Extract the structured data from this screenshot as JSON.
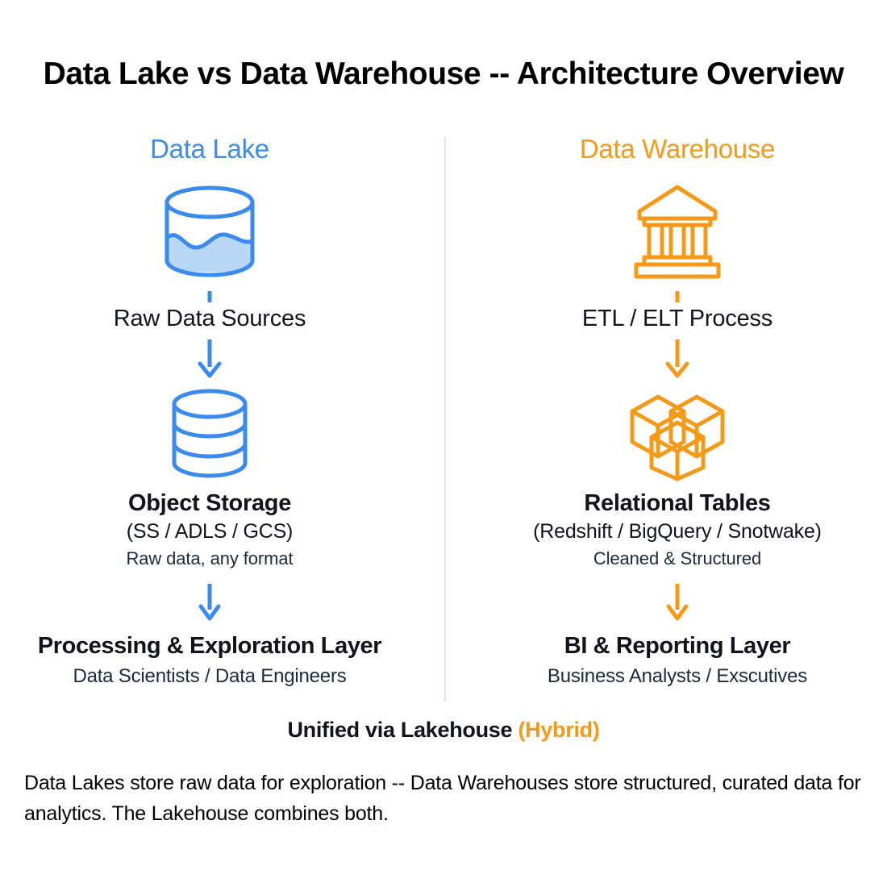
{
  "title": "Data Lake vs Data Warehouse -- Architecture Overview",
  "colors": {
    "lake_blue": "#3b8aee",
    "lake_fill": "#b8d7f5",
    "warehouse_orange": "#f59a18",
    "text_dark": "#11141d",
    "text_slate": "#1b2a41",
    "divider": "#e4e6e8"
  },
  "columns": {
    "lake": {
      "heading": "Data Lake",
      "top_icon": "data-lake-cylinder-icon",
      "flow_label": "Raw Data Sources",
      "storage_icon": "database-stack-icon",
      "block_title": "Object Storage",
      "block_sub": "(SS / ADLS / GCS)",
      "block_note": "Raw data, any format",
      "layer_title": "Processing & Exploration Layer",
      "layer_sub": "Data Scientists / Data Engineers"
    },
    "warehouse": {
      "heading": "Data Warehouse",
      "top_icon": "bank-building-icon",
      "flow_label": "ETL / ELT Process",
      "storage_icon": "cubes-cluster-icon",
      "block_title": "Relational Tables",
      "block_sub": "(Redshift / BigQuery / Snotwake)",
      "block_note": "Cleaned & Structured",
      "layer_title": "BI & Reporting Layer",
      "layer_sub": "Business Analysts / Exscutives"
    }
  },
  "footer": {
    "unified_text": "Unified via Lakehouse",
    "unified_highlight": "(Hybrid)",
    "caption": "Data Lakes store raw data for exploration -- Data Warehouses store structured, curated data for analytics. The Lakehouse combines both."
  }
}
